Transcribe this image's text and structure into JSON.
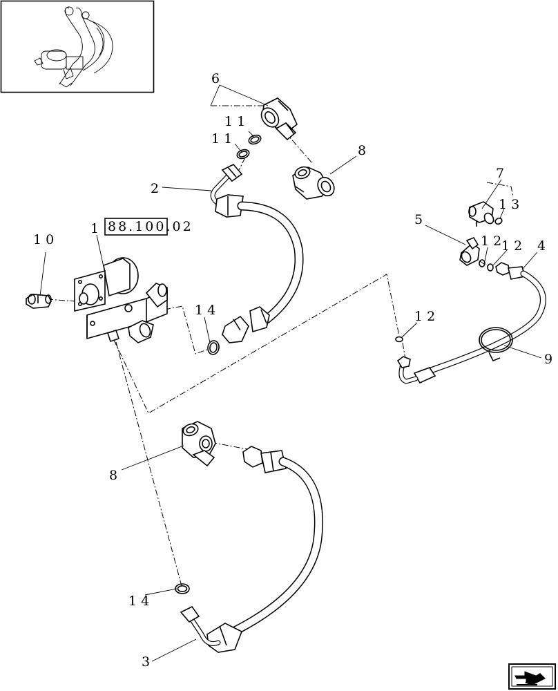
{
  "diagram": {
    "reference_code": "88.100.02",
    "callouts": [
      {
        "id": "6",
        "label": "6"
      },
      {
        "id": "11a",
        "label": "1 1"
      },
      {
        "id": "11b",
        "label": "1 1"
      },
      {
        "id": "8a",
        "label": "8"
      },
      {
        "id": "2",
        "label": "2"
      },
      {
        "id": "1",
        "label": "1"
      },
      {
        "id": "10",
        "label": "1 0"
      },
      {
        "id": "14a",
        "label": "1 4"
      },
      {
        "id": "7",
        "label": "7"
      },
      {
        "id": "13",
        "label": "1 3"
      },
      {
        "id": "5",
        "label": "5"
      },
      {
        "id": "12a",
        "label": "1 2"
      },
      {
        "id": "12b",
        "label": "1 2"
      },
      {
        "id": "4",
        "label": "4"
      },
      {
        "id": "12c",
        "label": "1 2"
      },
      {
        "id": "9",
        "label": "9"
      },
      {
        "id": "8b",
        "label": "8"
      },
      {
        "id": "14b",
        "label": "1 4"
      },
      {
        "id": "3",
        "label": "3"
      }
    ]
  }
}
